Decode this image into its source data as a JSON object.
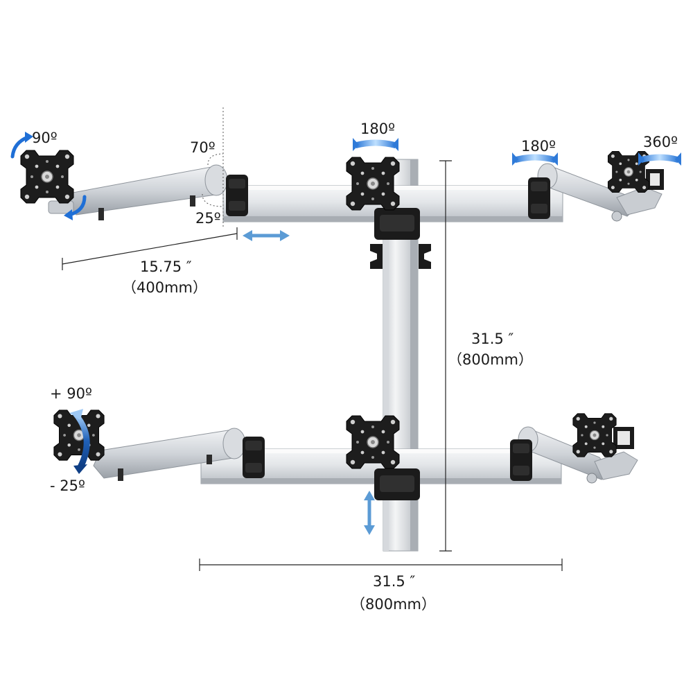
{
  "angles": {
    "top_left_tilt_up": "90º",
    "elbow_swing": "70º",
    "elbow_swing_down": "25º",
    "top_center_pan": "180º",
    "top_right_pan": "180º",
    "top_right_rotate": "360º",
    "bottom_left_up": "+ 90º",
    "bottom_left_down": "- 25º"
  },
  "dimensions": {
    "arm_length_in": "15.75 ″",
    "arm_length_mm": "（400mm）",
    "height_in": "31.5 ″",
    "height_mm": "（800mm）",
    "width_in": "31.5 ″",
    "width_mm": "（800mm）"
  },
  "colors": {
    "silver_light": "#eef0f2",
    "silver_mid": "#c9cdd2",
    "silver_dark": "#8e949b",
    "black": "#1b1b1b",
    "arrow_blue": "#5b9bd5",
    "rotate_blue": "#1f6fd6",
    "line": "#222222"
  },
  "icons": [
    "vesa-plate-icon",
    "rotate-arrow-icon",
    "double-arrow-icon",
    "clamp-bracket-icon"
  ]
}
